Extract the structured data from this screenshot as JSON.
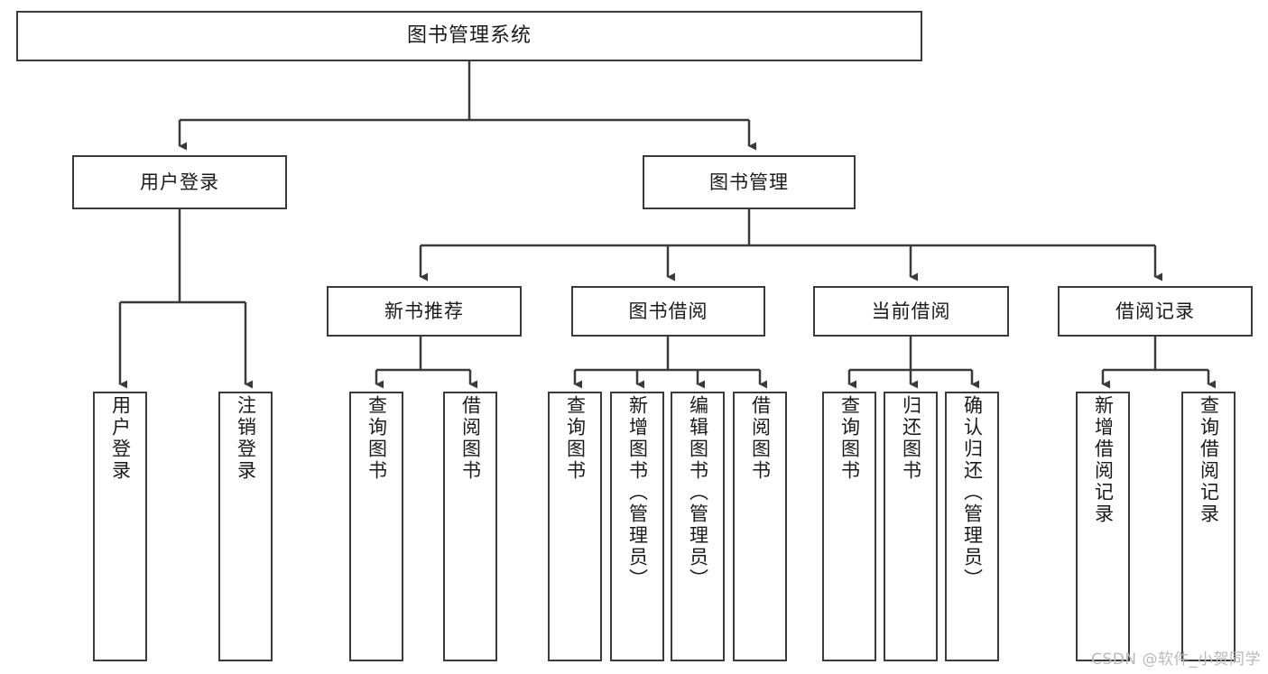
{
  "diagram": {
    "title": "图书管理系统",
    "type": "hierarchy-tree",
    "levels": 4,
    "root": {
      "id": "root",
      "label": "图书管理系统"
    },
    "level2": [
      {
        "id": "user-login",
        "label": "用户登录"
      },
      {
        "id": "book-manage",
        "label": "图书管理"
      }
    ],
    "level3": [
      {
        "id": "new-book-recommend",
        "label": "新书推荐",
        "parent": "book-manage"
      },
      {
        "id": "book-borrow",
        "label": "图书借阅",
        "parent": "book-manage"
      },
      {
        "id": "current-borrow",
        "label": "当前借阅",
        "parent": "book-manage"
      },
      {
        "id": "borrow-record",
        "label": "借阅记录",
        "parent": "book-manage"
      }
    ],
    "leaves": [
      {
        "id": "leaf-user-login",
        "label": "用户登录",
        "parent": "user-login"
      },
      {
        "id": "leaf-logout-login",
        "label": "注销登录",
        "parent": "user-login"
      },
      {
        "id": "leaf-query-book-1",
        "label": "查询图书",
        "parent": "new-book-recommend"
      },
      {
        "id": "leaf-borrow-book-1",
        "label": "借阅图书",
        "parent": "new-book-recommend"
      },
      {
        "id": "leaf-query-book-2",
        "label": "查询图书",
        "parent": "book-borrow"
      },
      {
        "id": "leaf-add-book",
        "label": "新增图书（管理员）",
        "parent": "book-borrow"
      },
      {
        "id": "leaf-edit-book",
        "label": "编辑图书（管理员）",
        "parent": "book-borrow"
      },
      {
        "id": "leaf-borrow-book-2",
        "label": "借阅图书",
        "parent": "book-borrow"
      },
      {
        "id": "leaf-query-book-3",
        "label": "查询图书",
        "parent": "current-borrow"
      },
      {
        "id": "leaf-return-book",
        "label": "归还图书",
        "parent": "current-borrow"
      },
      {
        "id": "leaf-confirm-return",
        "label": "确认归还（管理员）",
        "parent": "current-borrow"
      },
      {
        "id": "leaf-add-record",
        "label": "新增借阅记录",
        "parent": "borrow-record"
      },
      {
        "id": "leaf-query-record",
        "label": "查询借阅记录",
        "parent": "borrow-record"
      }
    ]
  },
  "watermark": {
    "text": "CSDN @软件_小贺同学"
  },
  "colors": {
    "stroke": "#3a3a3a",
    "background": "#ffffff",
    "text": "#1a1a1a",
    "watermark": "#b9b9b9"
  }
}
